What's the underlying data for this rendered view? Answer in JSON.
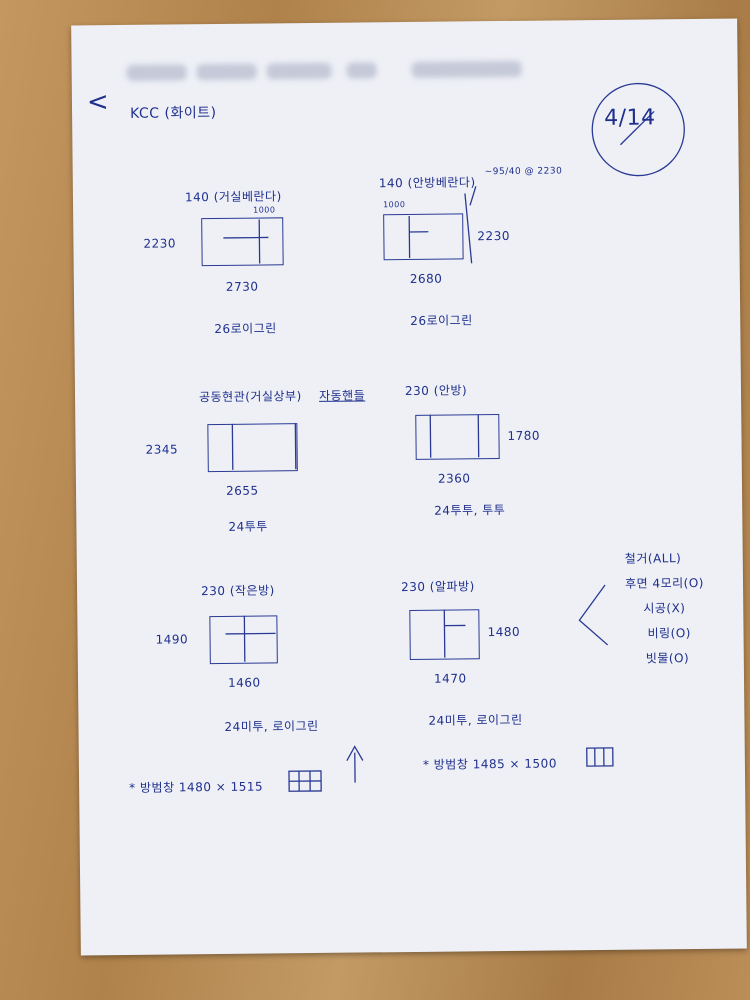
{
  "header": {
    "back_glyph": "<",
    "brand": "KCC (화이트)",
    "page_badge": "4/14"
  },
  "windows": [
    {
      "title": "140 (거실베란다)",
      "width_label": "2730",
      "height_label": "2230",
      "sub_label": "1000",
      "product": "26로이그린"
    },
    {
      "title": "140 (안방베란다)",
      "width_label": "2680",
      "height_label": "2230",
      "sub_label": "1000",
      "side_note": "~95/40 @ 2230",
      "product": "26로이그린"
    },
    {
      "title": "공동현관(거실상부)",
      "extra": "자동핸들",
      "width_label": "2655",
      "height_label": "2345",
      "product": "24투투"
    },
    {
      "title": "230 (안방)",
      "width_label": "2360",
      "height_label": "1780",
      "product": "24투투, 투투"
    },
    {
      "title": "230 (작은방)",
      "width_label": "1460",
      "height_label": "1490",
      "product": "24미투, 로이그린"
    },
    {
      "title": "230 (알파방)",
      "width_label": "1470",
      "height_label": "1480",
      "product": "24미투, 로이그린"
    }
  ],
  "notes": [
    {
      "label": "* 방범창 1480 × 1515"
    },
    {
      "label": "* 방범창 1485 × 1500"
    }
  ],
  "checklist": [
    "철거(ALL)",
    "후면 4모리(O)",
    "시공(X)",
    "비링(O)",
    "빗물(O)"
  ],
  "colors": {
    "ink": "#1f2f8c",
    "paper": "#eef0f6",
    "desk": "#b98a52"
  }
}
